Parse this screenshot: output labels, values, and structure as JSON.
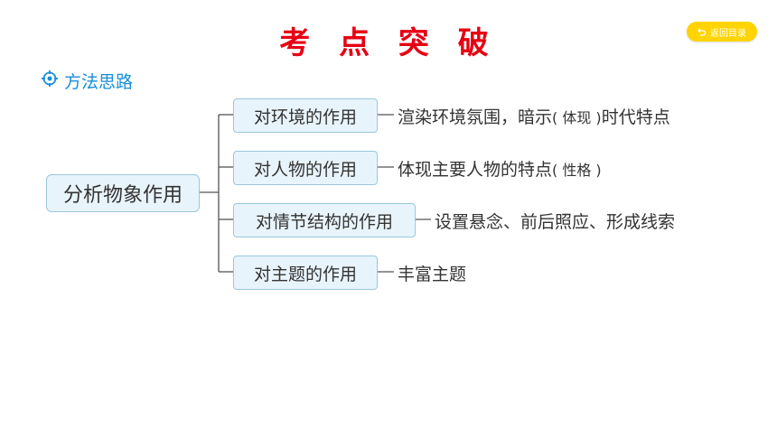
{
  "header": {
    "title": "考 点 突 破",
    "back_label": "返回目录"
  },
  "section": {
    "label": "方法思路"
  },
  "diagram": {
    "root": "分析物象作用",
    "branches": [
      {
        "label": "对环境的作用",
        "desc_main": "渲染环境氛围，暗示",
        "desc_paren": "( 体现 )",
        "desc_tail": "时代特点"
      },
      {
        "label": "对人物的作用",
        "desc_main": "体现主要人物的特点",
        "desc_paren": "( 性格 )",
        "desc_tail": ""
      },
      {
        "label": "对情节结构的作用",
        "desc_main": "设置悬念、前后照应、形成线索",
        "desc_paren": "",
        "desc_tail": ""
      },
      {
        "label": "对主题的作用",
        "desc_main": "丰富主题",
        "desc_paren": "",
        "desc_tail": ""
      }
    ]
  },
  "colors": {
    "title": "#e60012",
    "accent": "#1a8fd8",
    "box_fill": "#e8f4fb",
    "box_border": "#9ac7de",
    "button": "#ffd400"
  },
  "icons": {
    "section": "target-icon",
    "back": "return-arrow-icon"
  }
}
